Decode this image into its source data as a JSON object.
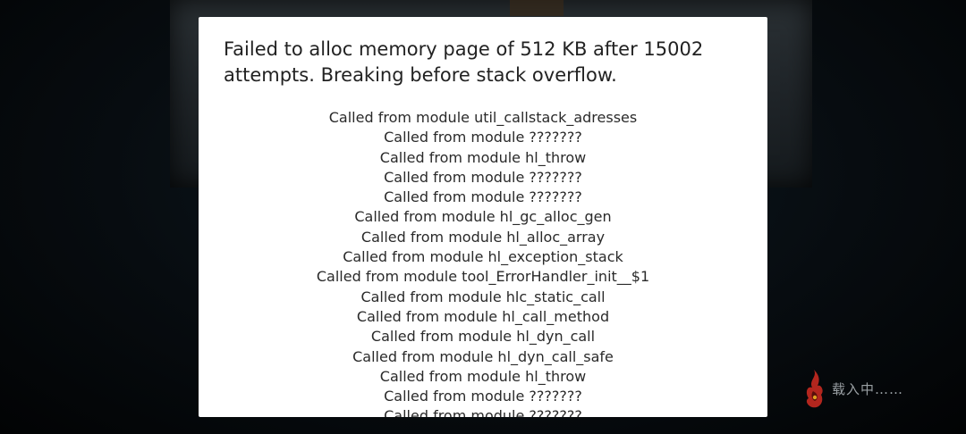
{
  "dialog": {
    "title": "Failed to alloc memory page of 512 KB after 15002 attempts. Breaking before stack overflow.",
    "stack_lines": [
      "Called from module util_callstack_adresses",
      "Called from module ???????",
      "Called from module hl_throw",
      "Called from module ???????",
      "Called from module ???????",
      "Called from module hl_gc_alloc_gen",
      "Called from module hl_alloc_array",
      "Called from module hl_exception_stack",
      "Called from module tool_ErrorHandler_init__$1",
      "Called from module hlc_static_call",
      "Called from module hl_call_method",
      "Called from module hl_dyn_call",
      "Called from module hl_dyn_call_safe",
      "Called from module hl_throw",
      "Called from module ???????",
      "Called from module ???????"
    ]
  },
  "loading": {
    "text": "载入中……",
    "icon": "flame-icon",
    "icon_color": "#b3261e"
  }
}
